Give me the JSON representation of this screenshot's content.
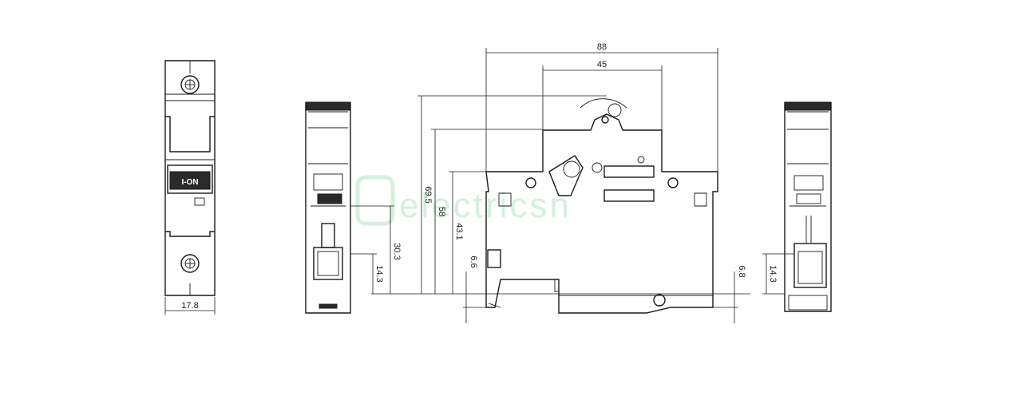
{
  "watermark": {
    "text": "electricsn",
    "color": "#9fe0b6"
  },
  "front_view": {
    "switch_label": "I-ON",
    "width_dim": "17.8"
  },
  "side_view": {
    "dims": {
      "d30_3": "30.3",
      "d14_3": "14.3"
    }
  },
  "main_view": {
    "dims": {
      "overall_width": "88",
      "top_width": "45",
      "height_69_5": "69.5",
      "height_58": "58",
      "height_43_1": "43.1",
      "height_6_6": "6.6",
      "height_6_8": "6.8"
    }
  },
  "right_view": {
    "dims": {
      "d14_3": "14.3"
    }
  }
}
